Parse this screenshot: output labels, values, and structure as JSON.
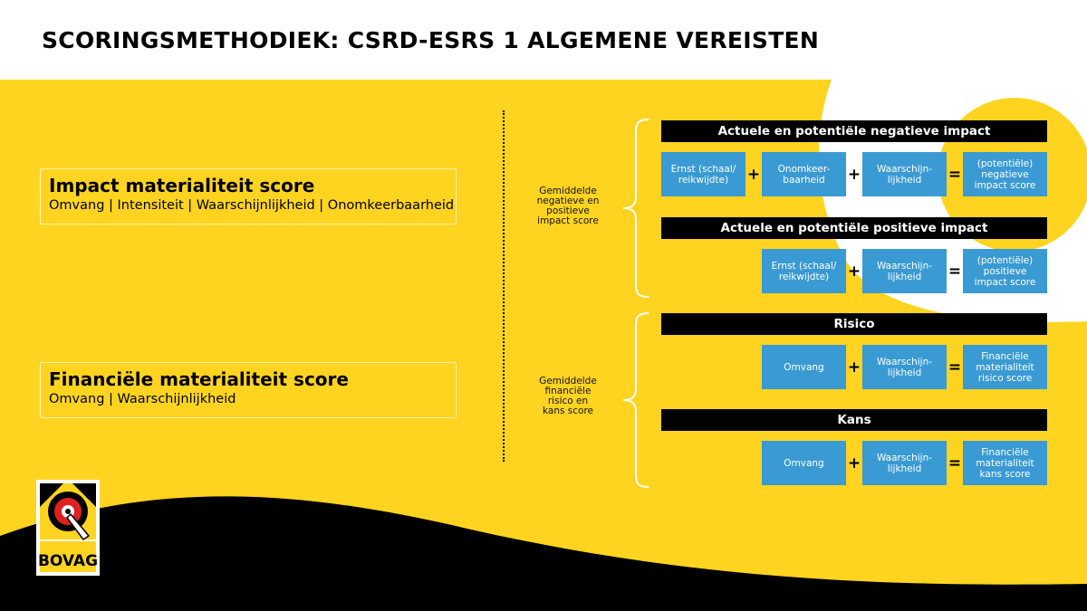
{
  "page_title": "SCORINGSMETHODIEK: CSRD-ESRS 1 ALGEMENE VEREISTEN",
  "colors": {
    "accent_yellow": "#fed420",
    "blue": "#3a9ad3",
    "black": "#000000"
  },
  "left": {
    "impact": {
      "title": "Impact materialiteit score",
      "sub": "Omvang | Intensiteit | Waarschijnlijkheid | Onomkeerbaarheid"
    },
    "financial": {
      "title": "Financiële materialiteit score",
      "sub": "Omvang | Waarschijnlijkheid"
    }
  },
  "middle": {
    "impact_label": [
      "Gemiddelde",
      "negatieve en",
      "positieve",
      "impact score"
    ],
    "financial_label": [
      "Gemiddelde",
      "financiële",
      "risico en",
      "kans score"
    ]
  },
  "sections": {
    "negative": {
      "header": "Actuele en potentiële negatieve impact",
      "cells": [
        [
          "Ernst (schaal/",
          "reikwijdte)"
        ],
        [
          "Onomkeer-",
          "baarheid"
        ],
        [
          "Waarschijn-",
          "lijkheid"
        ],
        [
          "(potentiële)",
          "negatieve",
          "impact score"
        ]
      ],
      "ops": [
        "+",
        "+",
        "="
      ]
    },
    "positive": {
      "header": "Actuele en potentiële positieve impact",
      "cells": [
        [
          "Ernst (schaal/",
          "reikwijdte)"
        ],
        [
          "Waarschijn-",
          "lijkheid"
        ],
        [
          "(potentiële)",
          "positieve",
          "impact score"
        ]
      ],
      "ops": [
        "+",
        "="
      ]
    },
    "risk": {
      "header": "Risico",
      "cells": [
        [
          "Omvang"
        ],
        [
          "Waarschijn-",
          "lijkheid"
        ],
        [
          "Financiële",
          "materialiteit",
          "risico score"
        ]
      ],
      "ops": [
        "+",
        "="
      ]
    },
    "opportunity": {
      "header": "Kans",
      "cells": [
        [
          "Omvang"
        ],
        [
          "Waarschijn-",
          "lijkheid"
        ],
        [
          "Financiële",
          "materialiteit",
          "kans score"
        ]
      ],
      "ops": [
        "+",
        "="
      ]
    }
  },
  "logo": {
    "text": "BOVAG"
  }
}
